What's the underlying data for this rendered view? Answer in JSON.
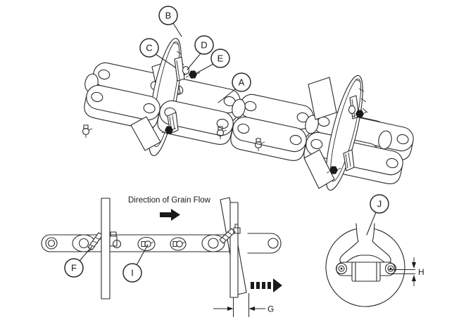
{
  "figure": {
    "flow_label": "Direction of Grain Flow",
    "callouts": {
      "a": "A",
      "b": "B",
      "c": "C",
      "d": "D",
      "e": "E",
      "f": "F",
      "i": "I",
      "j": "J"
    },
    "dims": {
      "g": "G",
      "h": "H"
    },
    "colors": {
      "line": "#2a2a2a",
      "ink": "#1a1a1a",
      "background": "#ffffff"
    }
  }
}
